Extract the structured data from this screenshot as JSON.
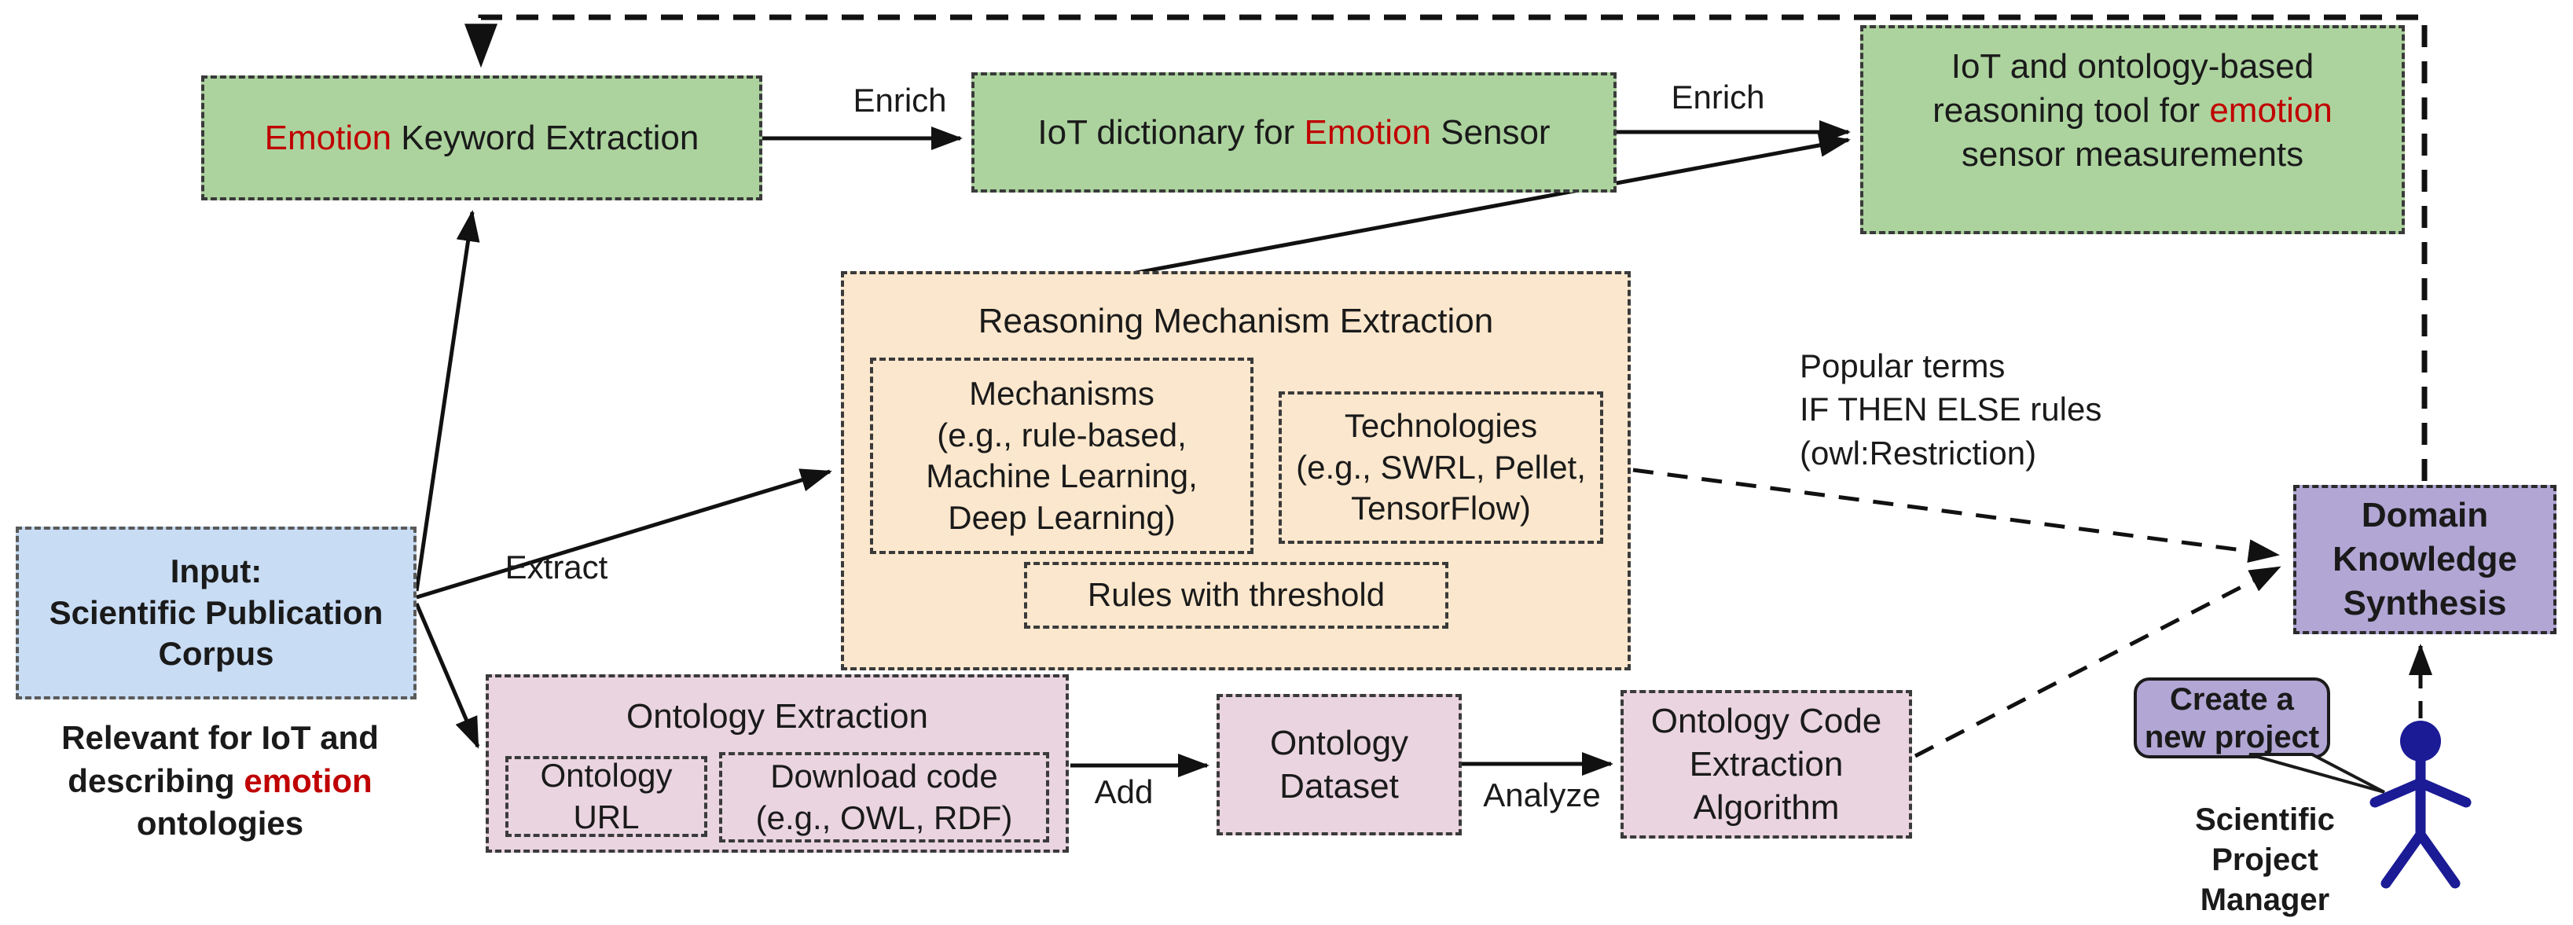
{
  "palette": {
    "node_green": "#acd39e",
    "node_blue": "#c8dcf4",
    "node_orange": "#fbe7cd",
    "node_pink": "#e9d4df",
    "node_purple": "#b1a6d4",
    "emphasis_red": "#c00000",
    "actor_navy": "#1b1b96",
    "line_black": "#111111",
    "border_gray": "#3a3a3a"
  },
  "nodes": {
    "keyword": {
      "parts": [
        {
          "text": "Emotion"
        },
        {
          "text": " Keyword Extraction"
        }
      ]
    },
    "dictionary": {
      "parts": [
        {
          "text": "IoT dictionary for "
        },
        {
          "text": "Emotion"
        },
        {
          "text": " Sensor"
        }
      ]
    },
    "reasoning_tool": {
      "line1": "IoT and ontology-based",
      "line2_a": "reasoning tool for ",
      "line2_b": "emotion",
      "line3": "sensor measurements"
    },
    "rme": {
      "title": "Reasoning Mechanism Extraction",
      "mechanisms": "Mechanisms\n(e.g., rule-based,\nMachine Learning,\nDeep Learning)",
      "technologies": "Technologies\n(e.g., SWRL, Pellet,\nTensorFlow)",
      "rules": "Rules with threshold"
    },
    "input": {
      "text": "Input:\nScientific Publication\nCorpus"
    },
    "input_caption": {
      "line1": "Relevant for IoT and",
      "line2_a": "describing ",
      "line2_b": "emotion",
      "line3": "ontologies"
    },
    "ontology_extraction": {
      "title": "Ontology Extraction",
      "url": "Ontology\nURL",
      "download": "Download code\n(e.g., OWL, RDF)"
    },
    "ontology_dataset": {
      "text": "Ontology\nDataset"
    },
    "ontology_code": {
      "text": "Ontology Code\nExtraction\nAlgorithm"
    },
    "domain_knowledge": {
      "text": "Domain\nKnowledge\nSynthesis"
    }
  },
  "labels": {
    "enrich_1": "Enrich",
    "enrich_2": "Enrich",
    "extract": "Extract",
    "add": "Add",
    "analyze": "Analyze",
    "popular_terms": "Popular terms\nIF THEN ELSE rules\n(owl:Restriction)"
  },
  "actor": {
    "speech": "Create a\nnew project",
    "name": "Scientific\nProject\nManager",
    "icon": "person-stick-figure"
  }
}
